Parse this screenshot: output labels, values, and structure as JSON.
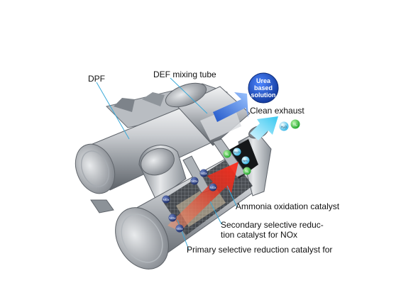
{
  "labels": {
    "dpf": "DPF",
    "def_mixing_tube": "DEF mixing tube",
    "urea_badge": [
      "Urea",
      "based",
      "solution"
    ],
    "clean_exhaust": "Clean exhaust",
    "ammonia_catalyst": "Ammonia oxidation catalyst",
    "secondary_catalyst": [
      "Secondary selective reduc-",
      "tion catalyst for NOx"
    ],
    "primary_catalyst": "Primary selective reduction catalyst for"
  },
  "molecules": {
    "nox_label": "NOx",
    "n2_label": "N₂",
    "h2o_label": "H₂O",
    "nh3_label": "NH₃"
  },
  "colors": {
    "badge_blue": "#1a4fbf",
    "arrow_blue": "#2f6fd8",
    "arrow_cyan": "#36c8f0",
    "nox_dark": "#243a7a",
    "n2_green": "#2fc63a",
    "h2o_cyan": "#35c0ee",
    "flow_red": "#e0301e",
    "metal": "#9aa0a6",
    "leader": "#3aa9d8"
  }
}
